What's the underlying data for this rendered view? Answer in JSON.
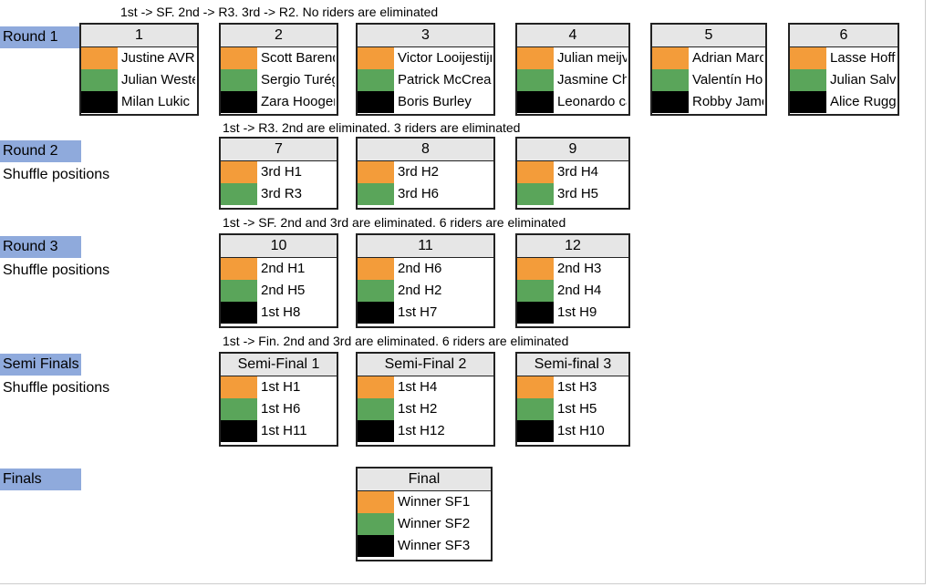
{
  "notes": {
    "round1": "1st -> SF. 2nd -> R3. 3rd -> R2. No riders are eliminated",
    "round2": "1st -> R3. 2nd are eliminated. 3 riders are eliminated",
    "round3": "1st -> SF. 2nd and 3rd are eliminated. 6 riders are eliminated",
    "semis": "1st -> Fin. 2nd and 3rd are eliminated. 6 riders are eliminated"
  },
  "rounds": {
    "round1": {
      "label": "Round 1"
    },
    "round2": {
      "label": "Round 2",
      "sub": "Shuffle positions"
    },
    "round3": {
      "label": "Round 3",
      "sub": "Shuffle positions"
    },
    "semis": {
      "label": "Semi Finals",
      "sub": "Shuffle positions"
    },
    "finals": {
      "label": "Finals"
    }
  },
  "colors": {
    "orange": "#f39c3a",
    "green": "#5aa55a",
    "black": "#000000",
    "round_label_bg": "#8faadc"
  },
  "heats": {
    "h1": {
      "title": "1",
      "entries": [
        "Justine AVRIL",
        "Julian Westerink",
        "Milan Lukic"
      ]
    },
    "h2": {
      "title": "2",
      "entries": [
        "Scott Barendrecht",
        "Sergio Turégano",
        "Zara Hoogendijk"
      ]
    },
    "h3": {
      "title": "3",
      "entries": [
        "Victor Looijestijn",
        "Patrick McCreadie",
        "Boris Burley"
      ]
    },
    "h4": {
      "title": "4",
      "entries": [
        "Julian meijveld",
        "Jasmine Chen",
        "Leonardo cassio"
      ]
    },
    "h5": {
      "title": "5",
      "entries": [
        "Adrian Marcos",
        "Valentín Hoek",
        "Robby James"
      ]
    },
    "h6": {
      "title": "6",
      "entries": [
        "Lasse Hoffmann",
        "Julian Salvador",
        "Alice Ruggiero"
      ]
    },
    "h7": {
      "title": "7",
      "entries": [
        "3rd H1",
        "3rd R3"
      ]
    },
    "h8": {
      "title": "8",
      "entries": [
        "3rd H2",
        "3rd H6"
      ]
    },
    "h9": {
      "title": "9",
      "entries": [
        "3rd H4",
        "3rd H5"
      ]
    },
    "h10": {
      "title": "10",
      "entries": [
        "2nd H1",
        "2nd H5",
        "1st H8"
      ]
    },
    "h11": {
      "title": "11",
      "entries": [
        "2nd H6",
        "2nd H2",
        "1st H7"
      ]
    },
    "h12": {
      "title": "12",
      "entries": [
        "2nd H3",
        "2nd H4",
        "1st H9"
      ]
    },
    "sf1": {
      "title": "Semi-Final 1",
      "entries": [
        "1st H1",
        "1st H6",
        "1st H11"
      ]
    },
    "sf2": {
      "title": "Semi-Final 2",
      "entries": [
        "1st H4",
        "1st H2",
        "1st H12"
      ]
    },
    "sf3": {
      "title": "Semi-final 3",
      "entries": [
        "1st H3",
        "1st H5",
        "1st H10"
      ]
    },
    "final": {
      "title": "Final",
      "entries": [
        "Winner SF1",
        "Winner SF2",
        "Winner SF3"
      ]
    }
  }
}
